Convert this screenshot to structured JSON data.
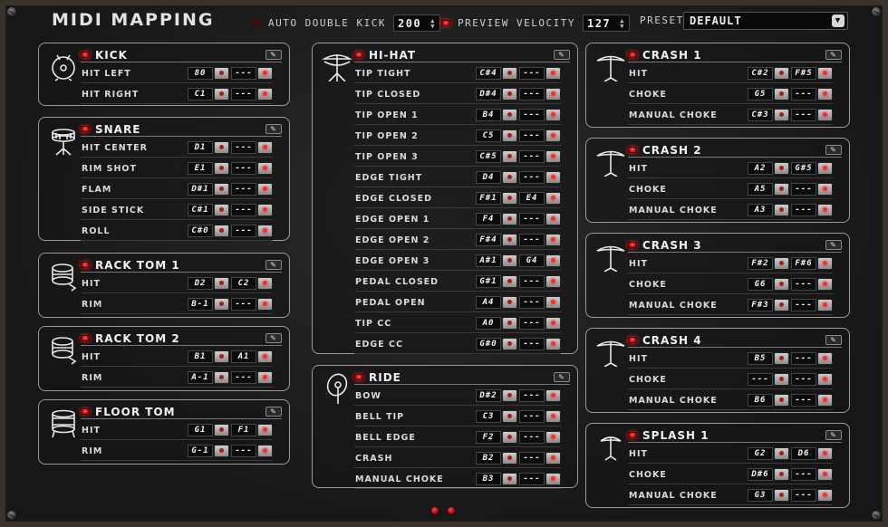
{
  "header": {
    "title": "MIDI MAPPING",
    "auto_double_kick_label": "AUTO DOUBLE KICK",
    "auto_double_kick_value": "200",
    "preview_velocity_label": "PREVIEW VELOCITY",
    "preview_velocity_value": "127",
    "preset_label": "PRESET",
    "preset_value": "DEFAULT"
  },
  "icons": {
    "edit": "edit-pencil-icon",
    "drop": "chevron-down-icon"
  },
  "panels": [
    {
      "id": "kick",
      "title": "KICK",
      "icon": "kick-drum-icon",
      "rows": [
        {
          "label": "HIT LEFT",
          "n1": "80",
          "n2": "---"
        },
        {
          "label": "HIT RIGHT",
          "n1": "C1",
          "n2": "---"
        }
      ]
    },
    {
      "id": "snare",
      "title": "SNARE",
      "icon": "snare-drum-icon",
      "rows": [
        {
          "label": "HIT CENTER",
          "n1": "D1",
          "n2": "---"
        },
        {
          "label": "RIM SHOT",
          "n1": "E1",
          "n2": "---"
        },
        {
          "label": "FLAM",
          "n1": "D#1",
          "n2": "---"
        },
        {
          "label": "SIDE STICK",
          "n1": "C#1",
          "n2": "---"
        },
        {
          "label": "ROLL",
          "n1": "C#0",
          "n2": "---"
        }
      ]
    },
    {
      "id": "racktom1",
      "title": "RACK TOM 1",
      "icon": "rack-tom-icon",
      "rows": [
        {
          "label": "HIT",
          "n1": "D2",
          "n2": "C2"
        },
        {
          "label": "RIM",
          "n1": "B-1",
          "n2": "---"
        }
      ]
    },
    {
      "id": "racktom2",
      "title": "RACK TOM 2",
      "icon": "rack-tom-icon",
      "rows": [
        {
          "label": "HIT",
          "n1": "B1",
          "n2": "A1"
        },
        {
          "label": "RIM",
          "n1": "A-1",
          "n2": "---"
        }
      ]
    },
    {
      "id": "floortom",
      "title": "FLOOR TOM",
      "icon": "floor-tom-icon",
      "rows": [
        {
          "label": "HIT",
          "n1": "G1",
          "n2": "F1"
        },
        {
          "label": "RIM",
          "n1": "G-1",
          "n2": "---"
        }
      ]
    },
    {
      "id": "hihat",
      "title": "HI-HAT",
      "icon": "hi-hat-icon",
      "rows": [
        {
          "label": "TIP TIGHT",
          "n1": "C#4",
          "n2": "---"
        },
        {
          "label": "TIP CLOSED",
          "n1": "D#4",
          "n2": "---"
        },
        {
          "label": "TIP OPEN 1",
          "n1": "B4",
          "n2": "---"
        },
        {
          "label": "TIP OPEN 2",
          "n1": "C5",
          "n2": "---"
        },
        {
          "label": "TIP OPEN 3",
          "n1": "C#5",
          "n2": "---"
        },
        {
          "label": "EDGE TIGHT",
          "n1": "D4",
          "n2": "---"
        },
        {
          "label": "EDGE CLOSED",
          "n1": "F#1",
          "n2": "E4"
        },
        {
          "label": "EDGE OPEN 1",
          "n1": "F4",
          "n2": "---"
        },
        {
          "label": "EDGE OPEN 2",
          "n1": "F#4",
          "n2": "---"
        },
        {
          "label": "EDGE OPEN 3",
          "n1": "A#1",
          "n2": "G4"
        },
        {
          "label": "PEDAL CLOSED",
          "n1": "G#1",
          "n2": "---"
        },
        {
          "label": "PEDAL OPEN",
          "n1": "A4",
          "n2": "---"
        },
        {
          "label": "TIP CC",
          "n1": "A0",
          "n2": "---"
        },
        {
          "label": "EDGE CC",
          "n1": "G#0",
          "n2": "---"
        }
      ]
    },
    {
      "id": "ride",
      "title": "RIDE",
      "icon": "ride-cymbal-icon",
      "rows": [
        {
          "label": "BOW",
          "n1": "D#2",
          "n2": "---"
        },
        {
          "label": "BELL TIP",
          "n1": "C3",
          "n2": "---"
        },
        {
          "label": "BELL EDGE",
          "n1": "F2",
          "n2": "---"
        },
        {
          "label": "CRASH",
          "n1": "B2",
          "n2": "---"
        },
        {
          "label": "MANUAL CHOKE",
          "n1": "B3",
          "n2": "---"
        }
      ]
    },
    {
      "id": "crash1",
      "title": "CRASH 1",
      "icon": "crash-cymbal-icon",
      "rows": [
        {
          "label": "HIT",
          "n1": "C#2",
          "n2": "F#5"
        },
        {
          "label": "CHOKE",
          "n1": "G5",
          "n2": "---"
        },
        {
          "label": "MANUAL CHOKE",
          "n1": "C#3",
          "n2": "---"
        }
      ]
    },
    {
      "id": "crash2",
      "title": "CRASH 2",
      "icon": "crash-cymbal-icon",
      "rows": [
        {
          "label": "HIT",
          "n1": "A2",
          "n2": "G#5"
        },
        {
          "label": "CHOKE",
          "n1": "A5",
          "n2": "---"
        },
        {
          "label": "MANUAL CHOKE",
          "n1": "A3",
          "n2": "---"
        }
      ]
    },
    {
      "id": "crash3",
      "title": "CRASH 3",
      "icon": "crash-cymbal-icon",
      "rows": [
        {
          "label": "HIT",
          "n1": "F#2",
          "n2": "F#6"
        },
        {
          "label": "CHOKE",
          "n1": "G6",
          "n2": "---"
        },
        {
          "label": "MANUAL CHOKE",
          "n1": "F#3",
          "n2": "---"
        }
      ]
    },
    {
      "id": "crash4",
      "title": "CRASH 4",
      "icon": "crash-cymbal-icon",
      "rows": [
        {
          "label": "HIT",
          "n1": "B5",
          "n2": "---"
        },
        {
          "label": "CHOKE",
          "n1": "---",
          "n2": "---"
        },
        {
          "label": "MANUAL CHOKE",
          "n1": "B6",
          "n2": "---"
        }
      ]
    },
    {
      "id": "splash1",
      "title": "SPLASH 1",
      "icon": "splash-cymbal-icon",
      "rows": [
        {
          "label": "HIT",
          "n1": "G2",
          "n2": "D6"
        },
        {
          "label": "CHOKE",
          "n1": "D#6",
          "n2": "---"
        },
        {
          "label": "MANUAL CHOKE",
          "n1": "G3",
          "n2": "---"
        }
      ]
    }
  ]
}
